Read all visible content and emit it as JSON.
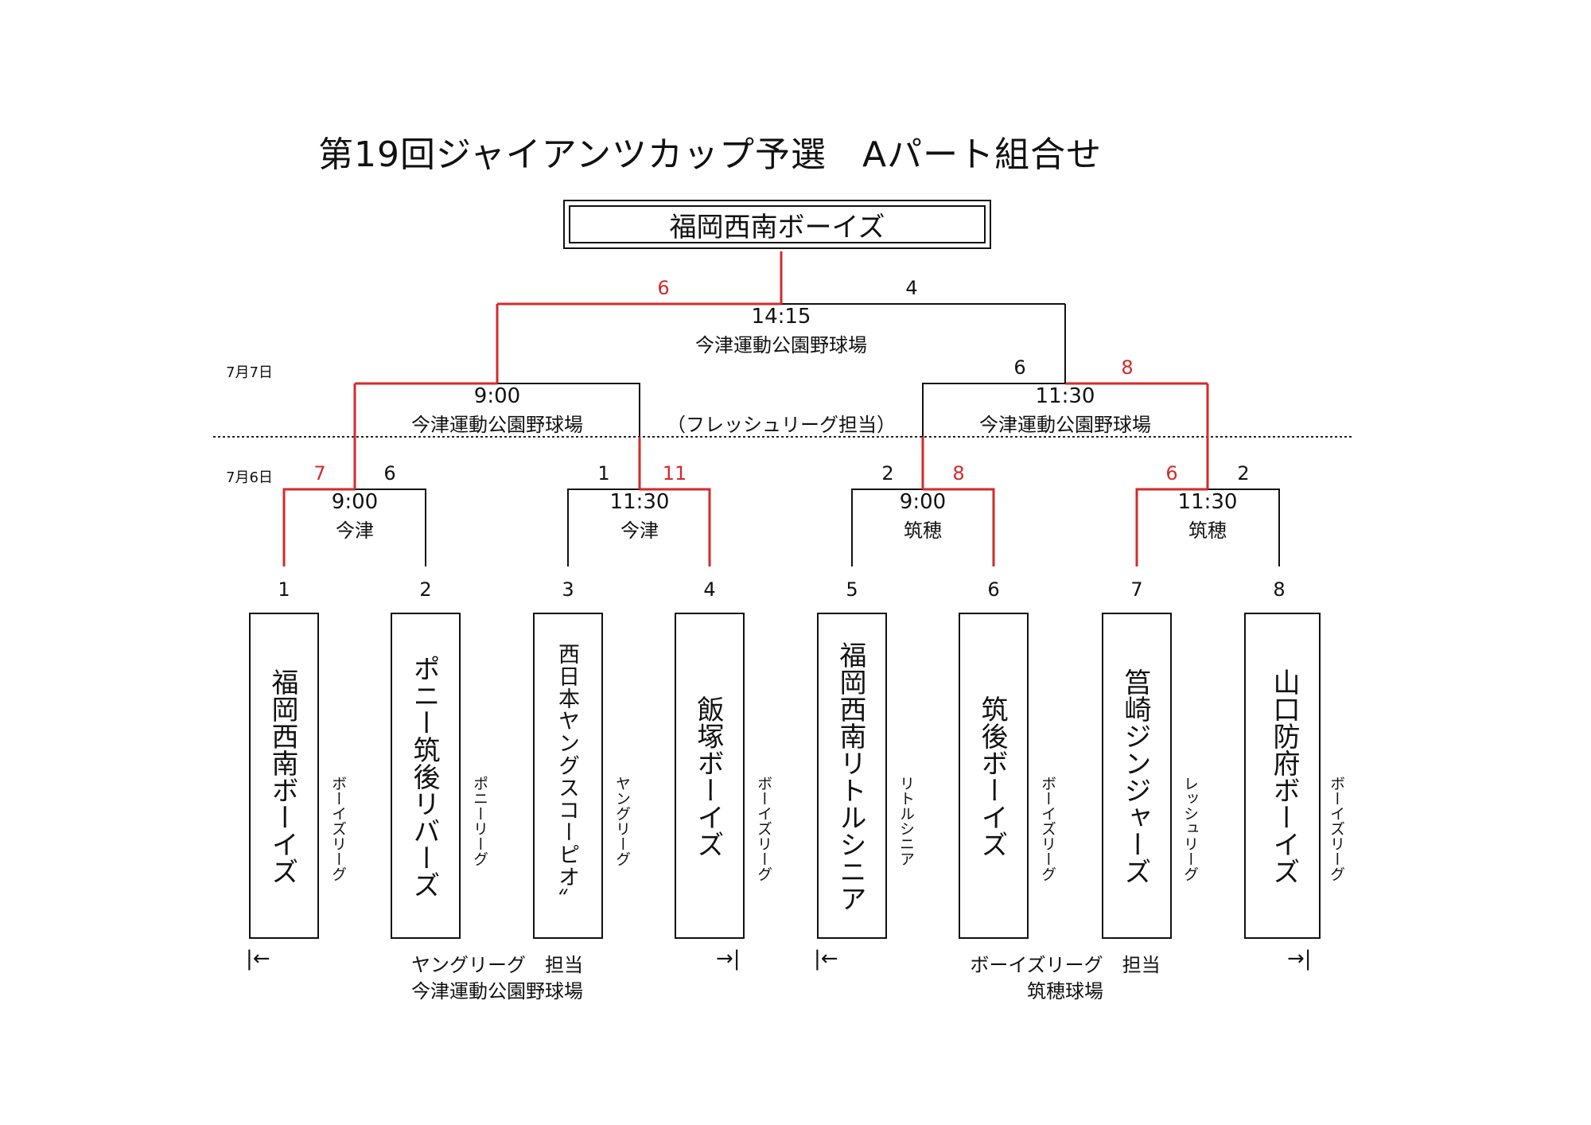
{
  "title": "第19回ジャイアンツカップ予選　Aパート組合せ",
  "champion": "福岡西南ボーイズ",
  "final": {
    "score_left": "6",
    "score_right": "4",
    "time": "14:15",
    "venue": "今津運動公園野球場"
  },
  "day2": {
    "date": "7月7日",
    "semi_left": {
      "score_left": "",
      "score_right": "",
      "time": "9:00",
      "venue": "今津運動公園野球場"
    },
    "semi_right": {
      "score_left": "6",
      "score_right": "8",
      "time": "11:30",
      "venue": "今津運動公園野球場"
    },
    "charge": "（フレッシュリーグ担当）"
  },
  "day1": {
    "date": "7月6日",
    "matches": [
      {
        "score_left": "7",
        "score_right": "6",
        "time": "9:00",
        "venue": "今津"
      },
      {
        "score_left": "1",
        "score_right": "11",
        "time": "11:30",
        "venue": "今津"
      },
      {
        "score_left": "2",
        "score_right": "8",
        "time": "9:00",
        "venue": "筑穂"
      },
      {
        "score_left": "6",
        "score_right": "2",
        "time": "11:30",
        "venue": "筑穂"
      }
    ]
  },
  "teams": [
    {
      "seed": "1",
      "name": "福岡西南ボーイズ",
      "league": "ボーイズリーグ"
    },
    {
      "seed": "2",
      "name": "ポニー筑後リバーズ",
      "league": "ポニーリーグ"
    },
    {
      "seed": "3",
      "name": "西日本ヤングスコーピオ〟",
      "league": "ヤングリーグ"
    },
    {
      "seed": "4",
      "name": "飯塚ボーイズ",
      "league": "ボーイズリーグ"
    },
    {
      "seed": "5",
      "name": "福岡西南リトルシニア",
      "league": "リトルシニア"
    },
    {
      "seed": "6",
      "name": "筑後ボーイズ",
      "league": "ボーイズリーグ"
    },
    {
      "seed": "7",
      "name": "筥崎ジンジャーズ",
      "league": "レッシュリーグ"
    },
    {
      "seed": "8",
      "name": "山口防府ボーイズ",
      "league": "ボーイズリーグ"
    }
  ],
  "footer_left": {
    "charge": "ヤングリーグ　担当",
    "venue": "今津運動公園野球場",
    "arrow_left": "|←",
    "arrow_right": "→|"
  },
  "footer_right": {
    "charge": "ボーイズリーグ　担当",
    "venue": "筑穂球場",
    "arrow_left": "|←",
    "arrow_right": "→|"
  },
  "colors": {
    "winner_path": "#d42a2a",
    "line": "#111111"
  }
}
